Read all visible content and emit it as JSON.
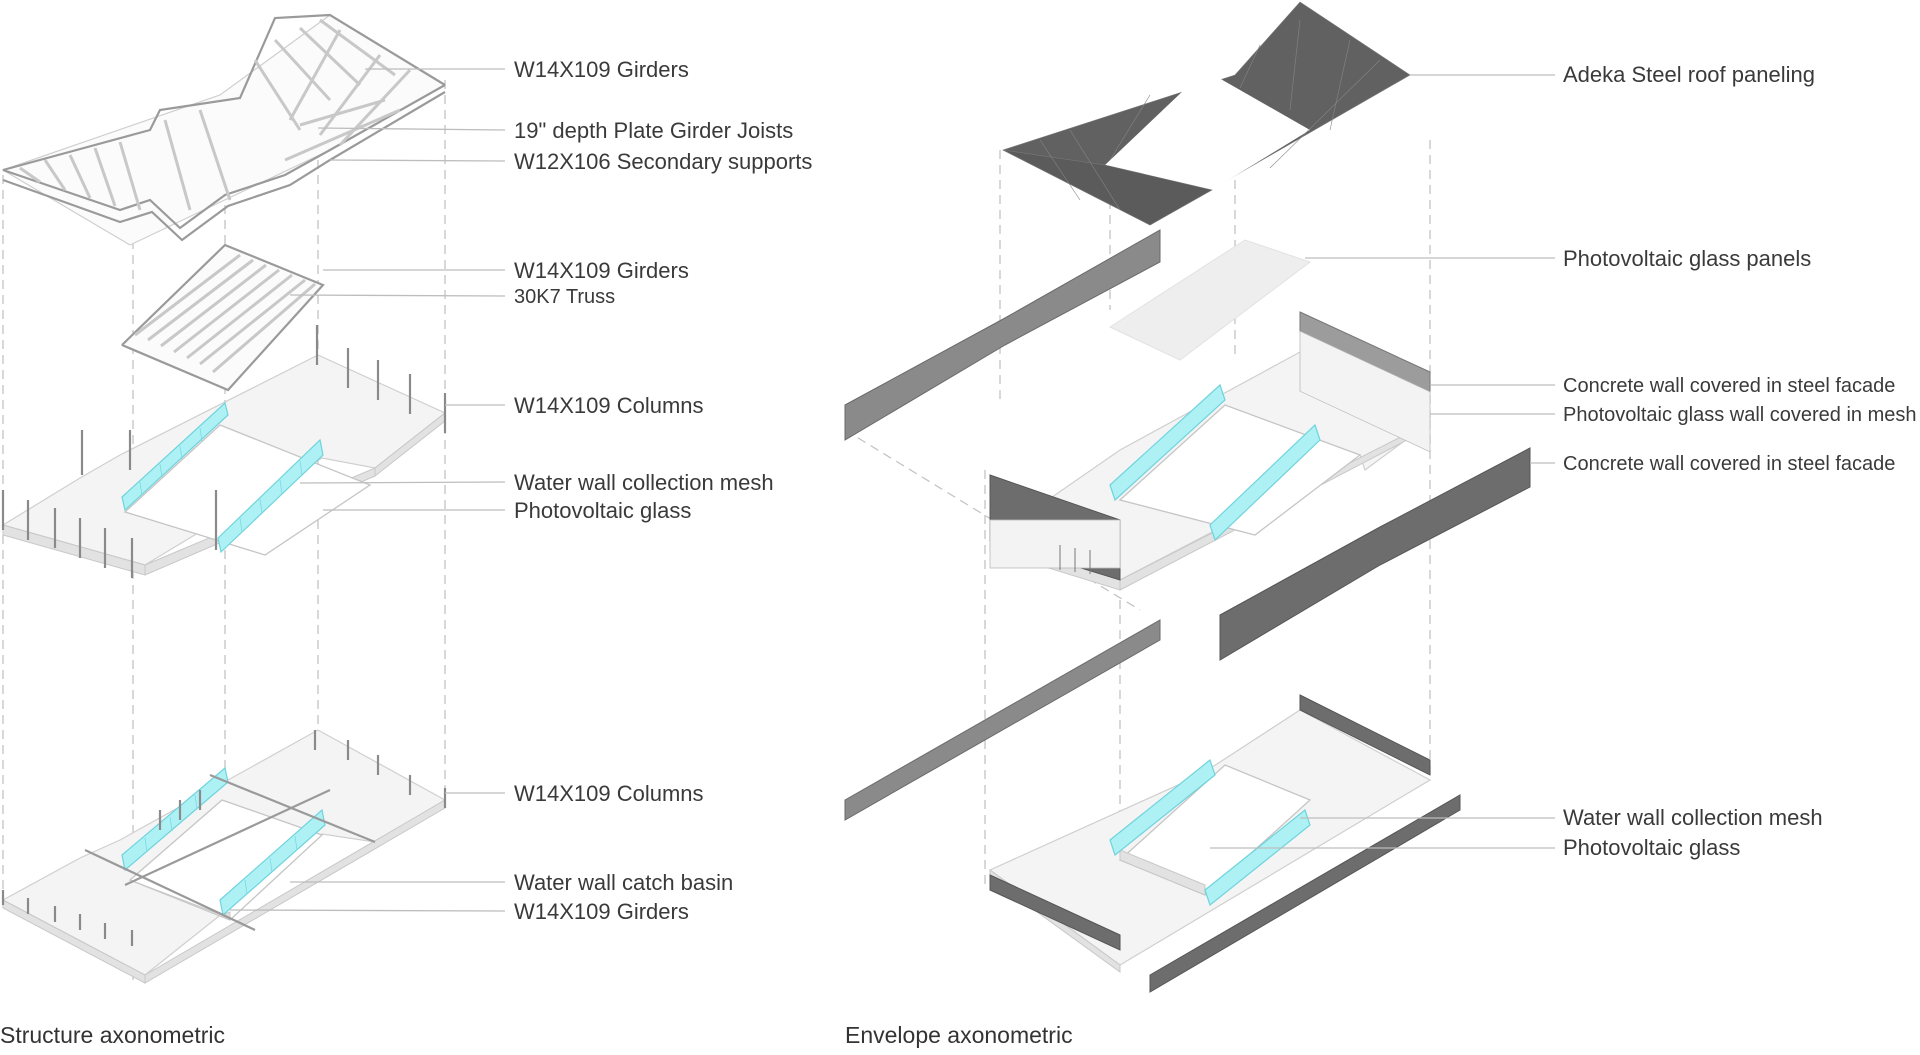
{
  "structure": {
    "caption": "Structure axonometric",
    "labels": [
      "W14X109 Girders",
      "19\" depth Plate Girder Joists",
      "W12X106 Secondary supports",
      "W14X109 Girders",
      "30K7 Truss",
      "W14X109 Columns",
      "Water wall collection mesh",
      "Photovoltaic glass",
      "W14X109 Columns",
      "Water wall catch basin",
      "W14X109 Girders"
    ]
  },
  "envelope": {
    "caption": "Envelope axonometric",
    "labels": [
      "Adeka Steel roof paneling",
      "Photovoltaic glass panels",
      "Concrete wall covered in steel facade",
      "Photovoltaic glass wall covered in mesh",
      "Concrete wall covered in steel facade",
      "Water wall collection mesh",
      "Photovoltaic glass"
    ]
  },
  "colors": {
    "glass": "#aef1f5",
    "dark_panel": "#616161",
    "slab": "#f4f4f4"
  }
}
